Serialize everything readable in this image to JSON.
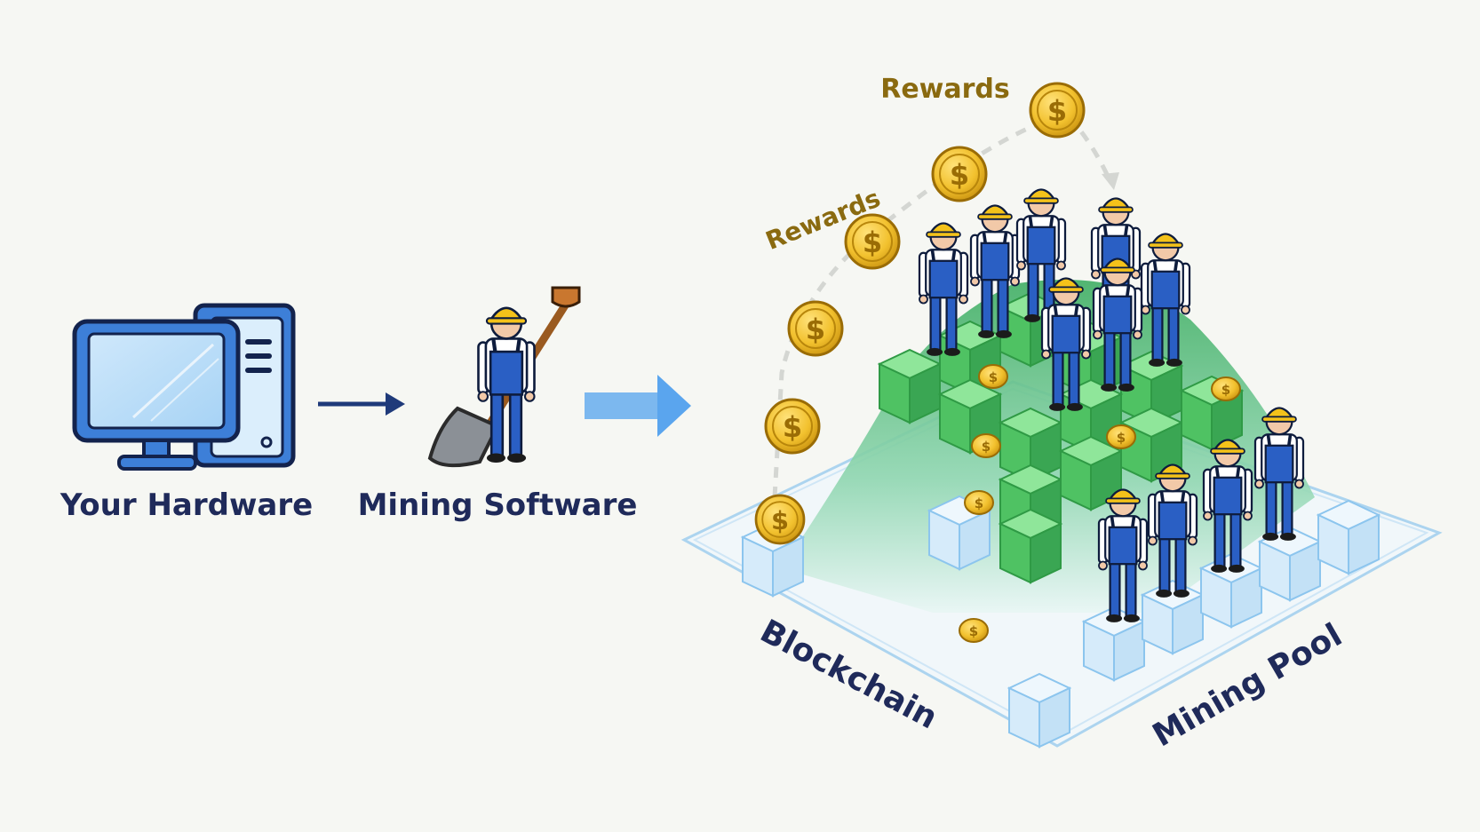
{
  "labels": {
    "hardware": "Your Hardware",
    "software": "Mining Software",
    "rewards_top": "Rewards",
    "rewards_left": "Rewards",
    "blockchain": "Blockchain",
    "pool": "Mining Pool"
  },
  "icons": {
    "hardware": "desktop-computer-icon",
    "software": "miner-with-shovel-icon",
    "coin": "dollar-coin-icon",
    "worker": "hard-hat-worker-icon"
  },
  "colors": {
    "background": "#f6f7f3",
    "navy": "#1f2a5a",
    "gold_text": "#8a6a10",
    "coin_gold": "#f2c12e",
    "coin_dark": "#a87808",
    "block_green": "#5fcf6f",
    "block_green_dark": "#2f9a45",
    "ice_blue": "#d8ecfb",
    "ice_edge": "#8cc5ee",
    "worker_blue": "#2a5fc4",
    "helmet_yellow": "#f4c21a",
    "arrow_light_blue": "#7cb8ef"
  }
}
